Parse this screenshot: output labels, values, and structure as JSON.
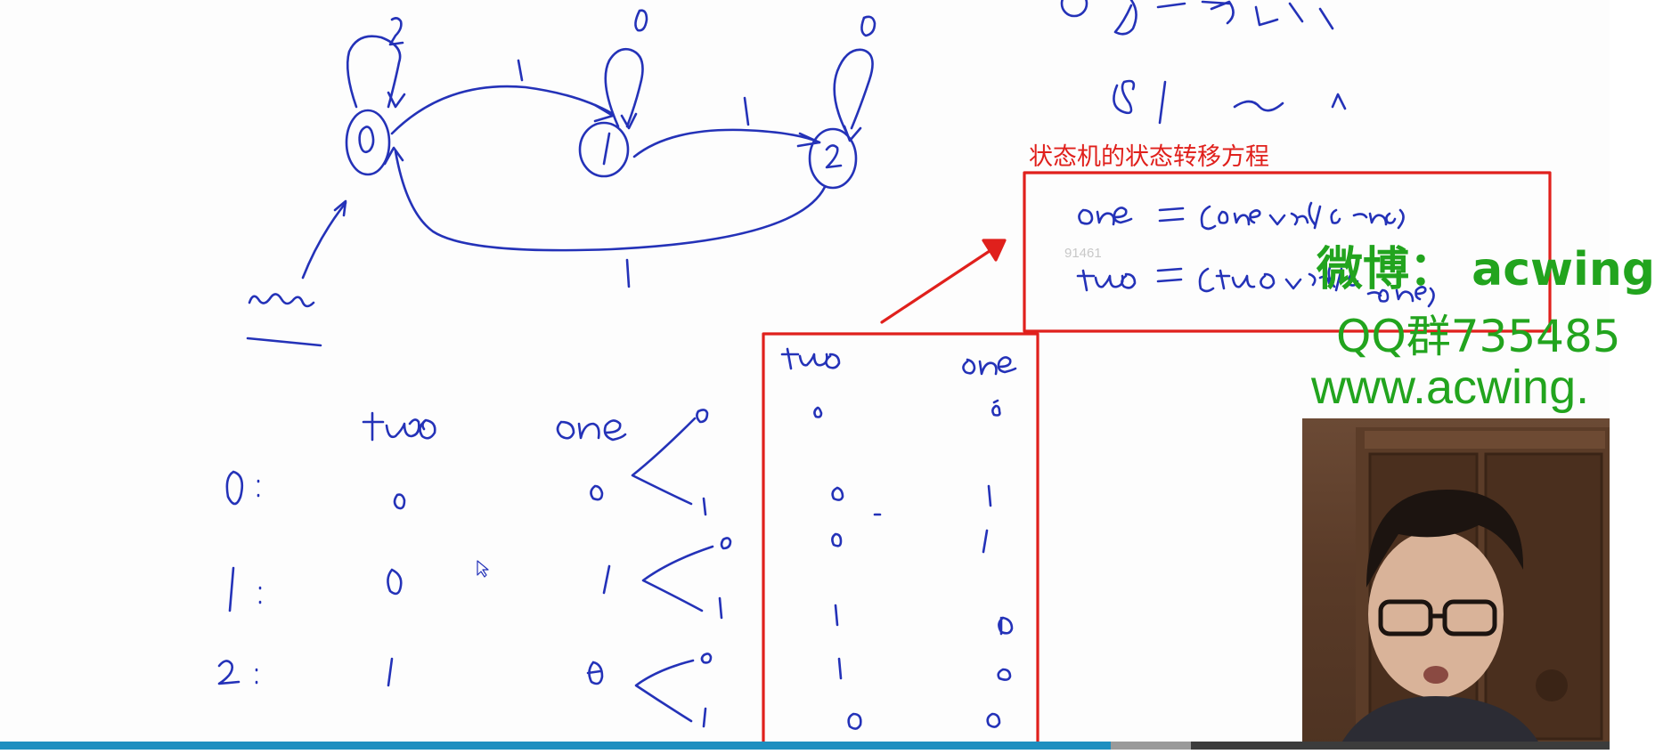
{
  "annotation": {
    "caption": "状态机的状态转移方程",
    "watermark_number": "91461"
  },
  "overlay": {
    "weibo": "微博： acwing",
    "qq": "QQ群735485",
    "site": "www.acwing."
  },
  "colors": {
    "ink": "#2432b8",
    "highlight": "#e0201c",
    "overlay_text": "#22a41e",
    "progress": "#1e8fc0"
  },
  "video": {
    "progress_fraction": 0.69,
    "buffered_fraction": 0.74
  }
}
